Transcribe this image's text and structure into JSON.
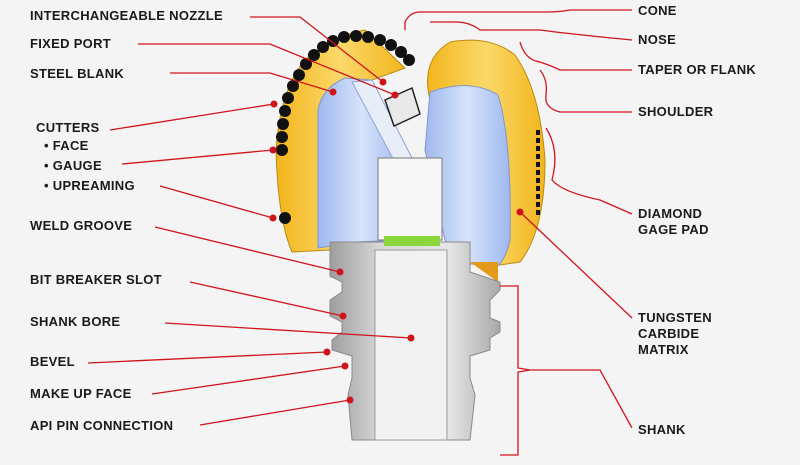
{
  "labels_left": {
    "interchangeable_nozzle": "INTERCHANGEABLE NOZZLE",
    "fixed_port": "FIXED PORT",
    "steel_blank": "STEEL BLANK",
    "cutters": "CUTTERS",
    "face": "• FACE",
    "gauge": "• GAUGE",
    "upreaming": "• UPREAMING",
    "weld_groove": "WELD GROOVE",
    "bit_breaker_slot": "BIT BREAKER SLOT",
    "shank_bore": "SHANK BORE",
    "bevel": "BEVEL",
    "make_up_face": "MAKE UP FACE",
    "api_pin_connection": "API PIN CONNECTION"
  },
  "labels_right": {
    "cone": "CONE",
    "nose": "NOSE",
    "taper_or_flank": "TAPER OR FLANK",
    "shoulder": "SHOULDER",
    "diamond_gage_pad_1": "DIAMOND",
    "diamond_gage_pad_2": "GAGE PAD",
    "tungsten_1": "TUNGSTEN",
    "tungsten_2": "CARBIDE",
    "tungsten_3": "MATRIX",
    "shank": "SHANK"
  },
  "colors": {
    "leader": "#d0141c",
    "matrix": "#f6c63a",
    "blank": "#b5c9f2",
    "steel": "#c9c9c9",
    "cutter": "#111111"
  }
}
